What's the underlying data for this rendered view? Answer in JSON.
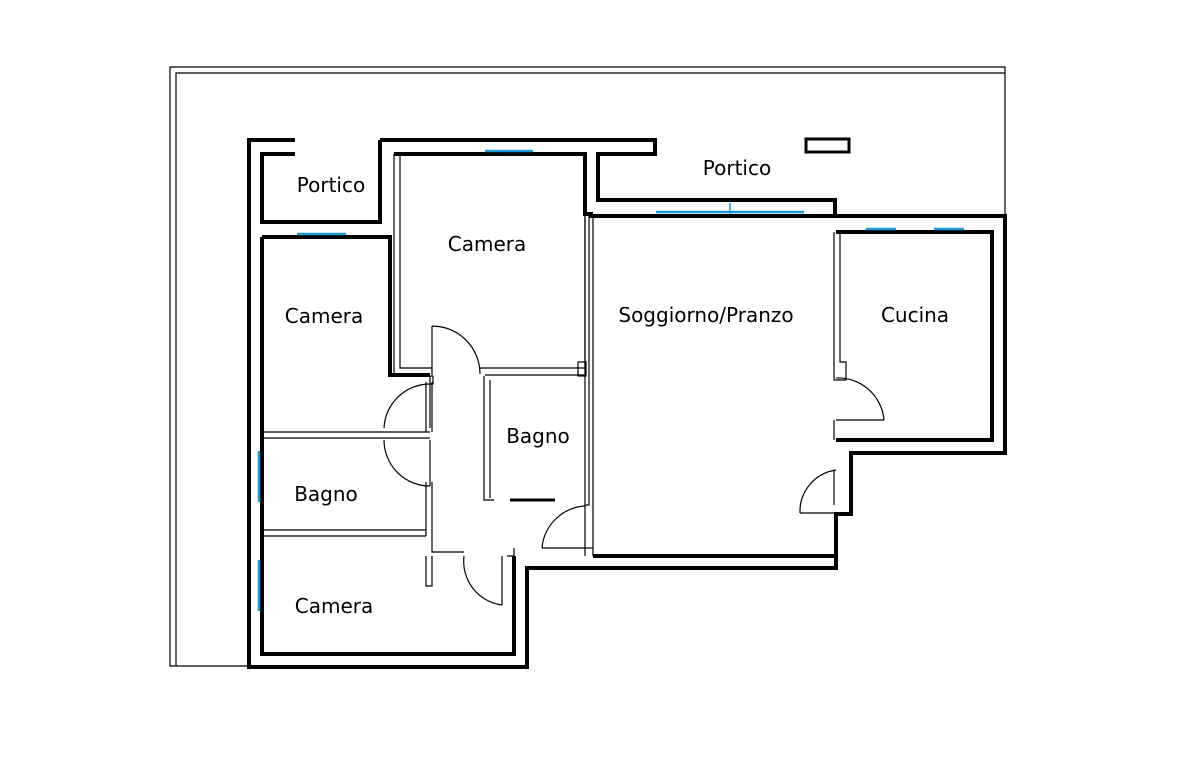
{
  "rooms": {
    "portico_left": "Portico",
    "portico_top": "Portico",
    "camera_top": "Camera",
    "camera_left": "Camera",
    "soggiorno": "Soggiorno/Pranzo",
    "cucina": "Cucina",
    "bagno_center": "Bagno",
    "bagno_left": "Bagno",
    "camera_bottom": "Camera"
  },
  "colors": {
    "wall": "#000000",
    "window": "#1a9ad6",
    "background": "#ffffff"
  }
}
